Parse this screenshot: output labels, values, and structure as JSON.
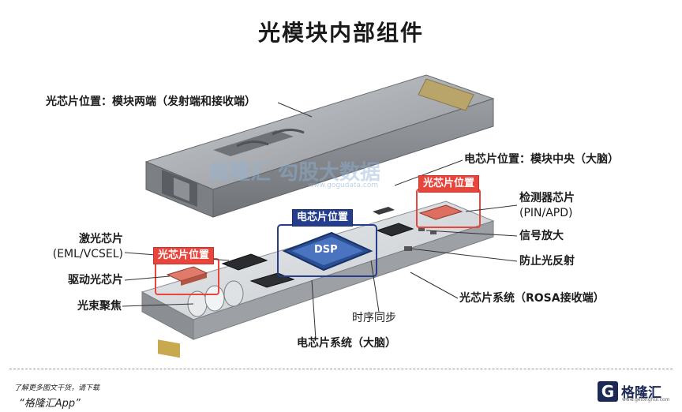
{
  "title": "光模块内部组件",
  "labels": {
    "optical_chip_position_ends": "光芯片位置：模块两端（发射端和接收端）",
    "electrical_chip_position_center": "电芯片位置：模块中央（大脑）",
    "detector_chip": "检测器芯片",
    "detector_chip_sub": "(PIN/APD)",
    "signal_amplifier": "信号放大",
    "anti_reflection": "防止光反射",
    "rosa_system": "光芯片系统（ROSA接收端）",
    "timing_sync": "时序同步",
    "electrical_chip_system": "电芯片系统（大脑）",
    "laser_chip": "激光芯片",
    "laser_chip_sub": "(EML/VCSEL)",
    "driver_chip": "驱动光芯片",
    "beam_focus": "光束聚焦"
  },
  "tags": {
    "optical_tag_right": "光芯片位置",
    "optical_tag_left": "光芯片位置",
    "electrical_tag": "电芯片位置",
    "dsp": "DSP"
  },
  "watermark": {
    "text": "格隆汇  勾股大数据",
    "sub": "www.gogudata.com"
  },
  "footer": {
    "line1": "了解更多图文干货，请下载",
    "line2": "“格隆汇App”"
  },
  "logo": {
    "glyph": "G",
    "name": "格隆汇",
    "url": "www.gelonghui.com"
  },
  "colors": {
    "red_tag": "#e8453c",
    "blue_tag": "#243e8c",
    "housing": "#a9adb3",
    "pcb": "#d8dbdd"
  }
}
